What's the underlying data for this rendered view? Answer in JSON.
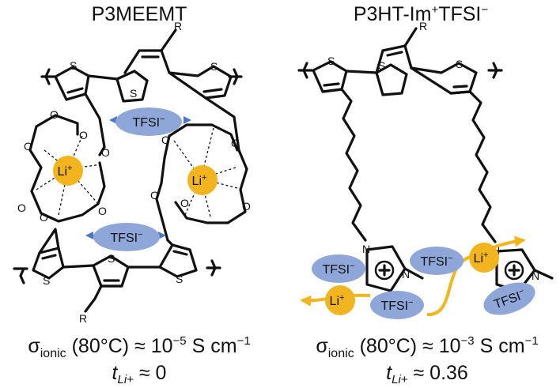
{
  "left": {
    "title": "P3MEEMT",
    "R": "R",
    "S": "S",
    "O": "O",
    "Li": "Li",
    "plus": "+",
    "TFSI": "TFSI",
    "minus": "−",
    "sigma": "σ",
    "sigma_sub": "ionic",
    "sigma_rel": " (80°C) ≈ 10",
    "sigma_exp": "−5",
    "sigma_unit": " S cm",
    "unit_exp": "−1",
    "t": "t",
    "t_sub": "Li+",
    "t_val": " ≈ 0"
  },
  "right": {
    "title_main": "P3HT-Im",
    "title_sup": "+",
    "title_end": "TFSI",
    "title_sup2": "−",
    "R": "R",
    "S": "S",
    "N": "N",
    "Li": "Li",
    "plus": "+",
    "TFSI": "TFSI",
    "minus": "−",
    "sigma": "σ",
    "sigma_sub": "ionic",
    "sigma_rel": " (80°C) ≈ 10",
    "sigma_exp": "−3",
    "sigma_unit": " S cm",
    "unit_exp": "−1",
    "t": "t",
    "t_sub": "Li+",
    "t_val": " ≈ 0.36"
  },
  "colors": {
    "tfsi": "#8fa6d8",
    "li": "#f2b51f",
    "arrow_blue": "#4a78c8",
    "path_gold": "#f2b51f"
  }
}
